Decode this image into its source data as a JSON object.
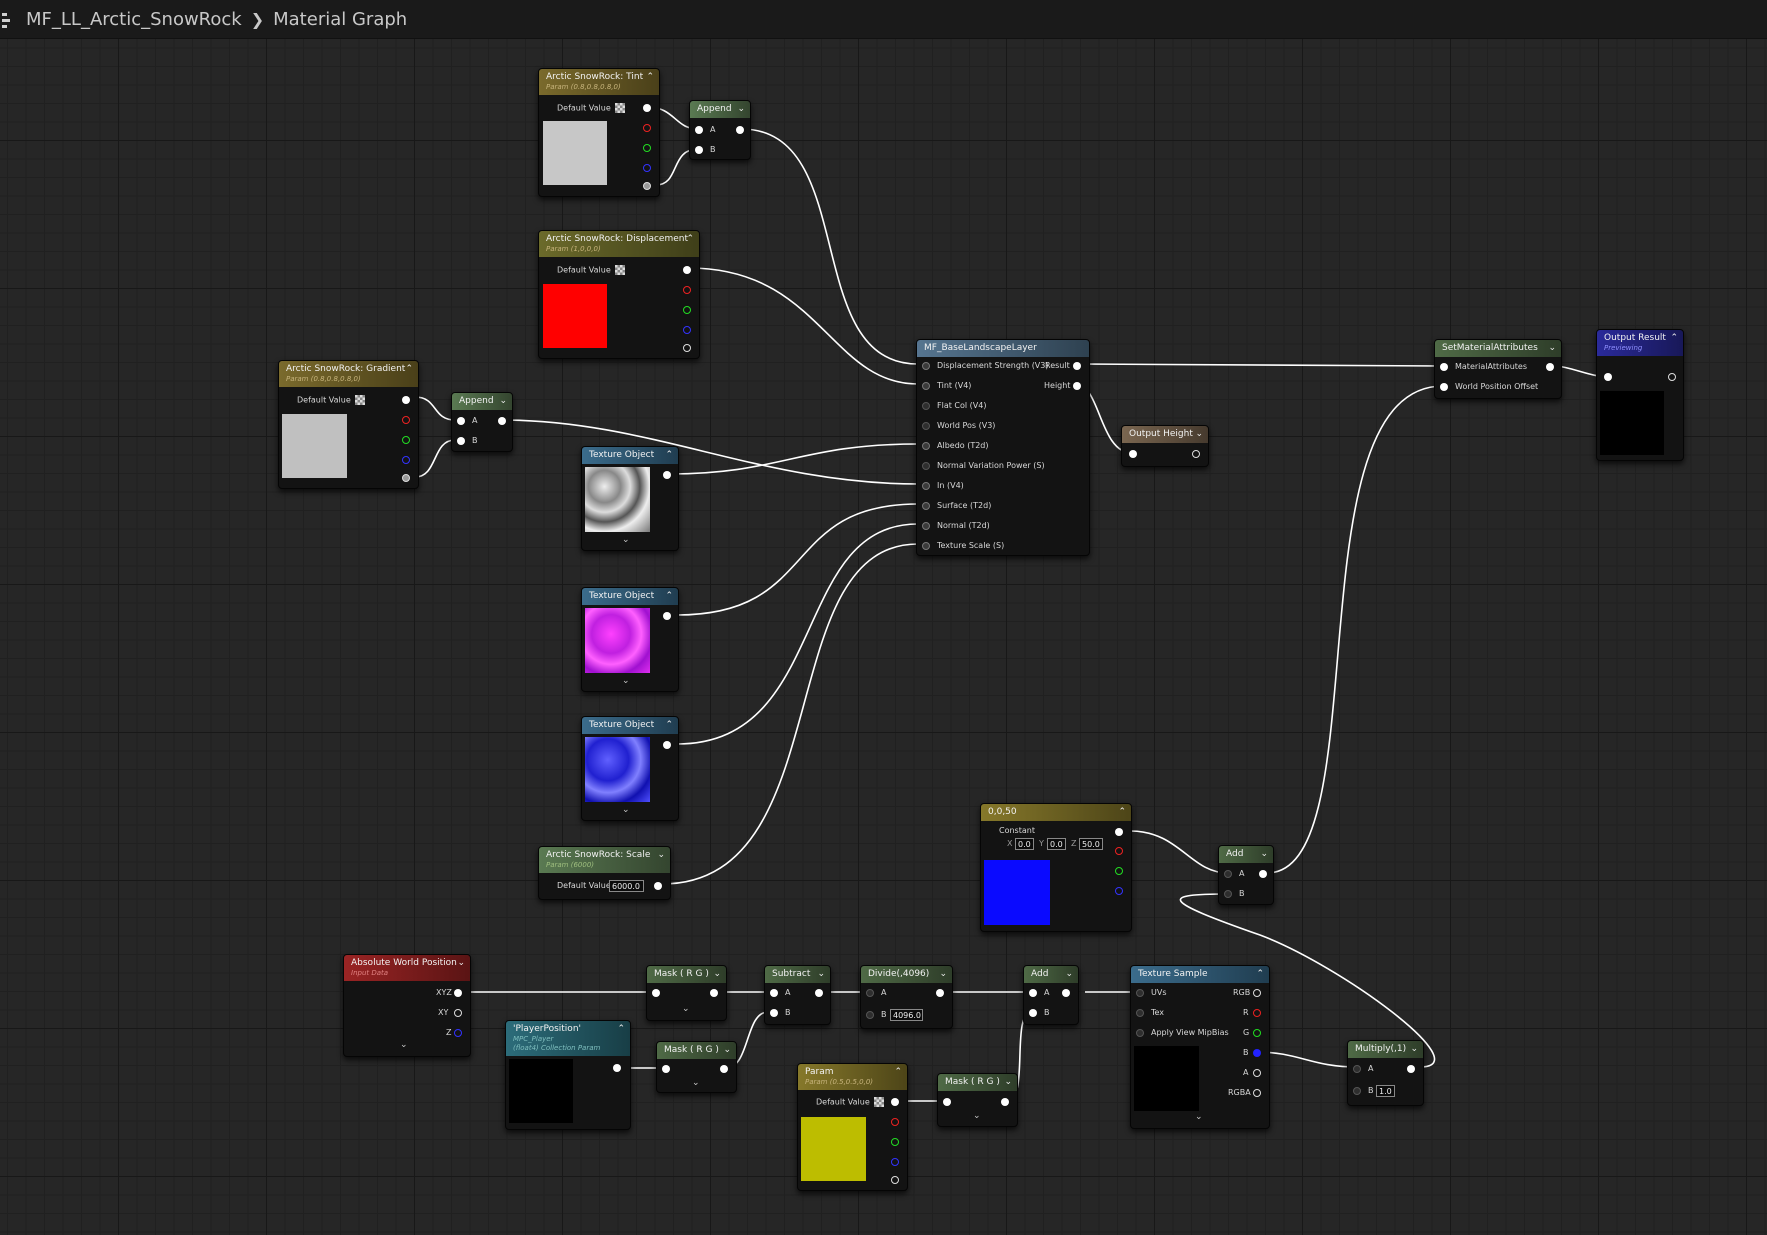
{
  "breadcrumb": {
    "asset": "MF_LL_Arctic_SnowRock",
    "graph": "Material Graph"
  },
  "icons": {
    "tree": "tree-hierarchy-icon",
    "collapse": "chevron-up-icon",
    "dropdown": "chevron-down-icon",
    "expand": "chevron-down-icon",
    "checker": "checkerboard-icon"
  },
  "colors": {
    "background": "#262626",
    "wire": "#ffffff",
    "pin_red": "#ee2222",
    "pin_green": "#22dd22",
    "pin_blue": "#3333ff"
  },
  "nodes": {
    "tint": {
      "title": "Arctic SnowRock: Tint",
      "subtitle": "Param (0.8,0.8,0.8,0)",
      "default_label": "Default Value",
      "swatch": "#c7c7c7"
    },
    "append1": {
      "title": "Append",
      "pin_a": "A",
      "pin_b": "B"
    },
    "displacement": {
      "title": "Arctic SnowRock: Displacement",
      "subtitle": "Param (1,0,0,0)",
      "default_label": "Default Value",
      "swatch": "#ff0000"
    },
    "gradient": {
      "title": "Arctic SnowRock: Gradient",
      "subtitle": "Param (0.8,0.8,0.8,0)",
      "default_label": "Default Value",
      "swatch": "#c0c0c0"
    },
    "append2": {
      "title": "Append",
      "pin_a": "A",
      "pin_b": "B"
    },
    "texobj1": {
      "title": "Texture Object"
    },
    "texobj2": {
      "title": "Texture Object"
    },
    "texobj3": {
      "title": "Texture Object"
    },
    "scale": {
      "title": "Arctic SnowRock: Scale",
      "subtitle": "Param (6000)",
      "default_label": "Default Value",
      "value": "6000.0"
    },
    "base_layer": {
      "title": "MF_BaseLandscapeLayer",
      "inputs": [
        "Displacement Strength (V3)",
        "Tint (V4)",
        "Flat Col (V4)",
        "World Pos (V3)",
        "Albedo (T2d)",
        "Normal Variation Power (S)",
        "In (V4)",
        "Surface (T2d)",
        "Normal (T2d)",
        "Texture Scale (S)"
      ],
      "out_result": "Result",
      "out_height": "Height"
    },
    "output_height": {
      "title": "Output Height"
    },
    "set_attrs": {
      "title": "SetMaterialAttributes",
      "in1": "MaterialAttributes",
      "in2": "World Position Offset"
    },
    "output_result": {
      "title": "Output Result",
      "subtitle": "Previewing"
    },
    "constant": {
      "title": "0,0,50",
      "label": "Constant",
      "x_label": "X",
      "x": "0.0",
      "y_label": "Y",
      "y": "0.0",
      "z_label": "Z",
      "z": "50.0",
      "swatch": "#0a0aff"
    },
    "add_top": {
      "title": "Add",
      "pin_a": "A",
      "pin_b": "B"
    },
    "abs_world": {
      "title": "Absolute World Position",
      "subtitle": "Input Data",
      "xyz": "XYZ",
      "xy": "XY",
      "z": "Z"
    },
    "mask1": {
      "title": "Mask ( R G )"
    },
    "subtract": {
      "title": "Subtract",
      "pin_a": "A",
      "pin_b": "B"
    },
    "divide": {
      "title": "Divide(,4096)",
      "pin_a": "A",
      "pin_b": "B",
      "b_value": "4096.0"
    },
    "add_bottom": {
      "title": "Add",
      "pin_a": "A",
      "pin_b": "B"
    },
    "texture_sample": {
      "title": "Texture Sample",
      "inputs": [
        "UVs",
        "Tex",
        "Apply View MipBias"
      ],
      "outputs": [
        "RGB",
        "R",
        "G",
        "B",
        "A",
        "RGBA"
      ]
    },
    "player_pos": {
      "title": "'PlayerPosition'",
      "subtitle1": "MPC_Player",
      "subtitle2": "(float4) Collection Param"
    },
    "mask2": {
      "title": "Mask ( R G )"
    },
    "param_yellow": {
      "title": "Param",
      "subtitle": "Param (0.5,0.5,0,0)",
      "default_label": "Default Value",
      "swatch": "#bdbd00"
    },
    "mask3": {
      "title": "Mask ( R G )"
    },
    "multiply": {
      "title": "Multiply(,1)",
      "pin_a": "A",
      "pin_b": "B",
      "b_value": "1.0"
    }
  }
}
